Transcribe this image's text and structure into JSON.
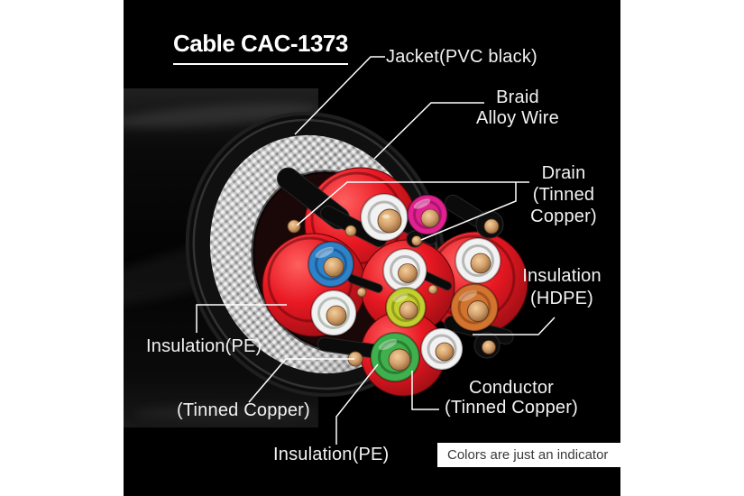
{
  "title": "Cable CAC-1373",
  "note": "Colors are just an indicator",
  "labels": {
    "jacket": "Jacket(PVC black)",
    "braid": [
      "Braid",
      "Alloy Wire"
    ],
    "drain": [
      "Drain",
      "(Tinned",
      "Copper)"
    ],
    "insulation_hdpe": [
      "Insulation",
      "(HDPE)"
    ],
    "insulation_pe_left": "Insulation(PE)",
    "tinned_copper": "(Tinned Copper)",
    "conductor": [
      "Conductor",
      "(Tinned Copper)"
    ],
    "insulation_pe_bottom": "Insulation(PE)"
  },
  "colors": {
    "page": "#ffffff",
    "background": "#000000",
    "text": "#f2f2f2",
    "leader_line": "#ffffff",
    "pair_red": "#e81822",
    "pair_red_highlight": "#ff6060",
    "pair_red_dark": "#8e0c12",
    "wire_white": "#f2f2f2",
    "wire_magenta": "#e0218f",
    "wire_blue": "#2f82c8",
    "wire_yellow": "#c3cf2e",
    "wire_orange": "#d2742f",
    "wire_green": "#3fb04d",
    "hdpe_black": "#0d0d0d",
    "copper": "#d3a06b",
    "copper_light": "#f2cf9e",
    "copper_dark": "#7e522a",
    "braid_silver": "#bdbdbd",
    "note_text": "#3a3a3a"
  }
}
